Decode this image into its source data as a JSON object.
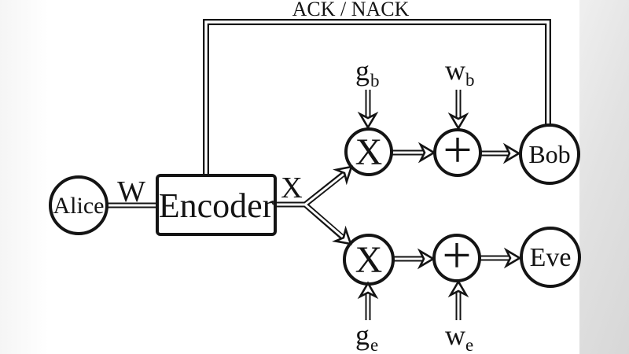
{
  "feedback": {
    "label": "ACK / NACK"
  },
  "nodes": {
    "alice": "Alice",
    "encoder": "Encoder",
    "bob": "Bob",
    "eve": "Eve"
  },
  "signals": {
    "message": "W",
    "codeword": "X"
  },
  "operators": {
    "multiply": "X",
    "add": "+"
  },
  "channel_inputs": {
    "gain_bob": {
      "main": "g",
      "sub": "b"
    },
    "noise_bob": {
      "main": "w",
      "sub": "b"
    },
    "gain_eve": {
      "main": "g",
      "sub": "e"
    },
    "noise_eve": {
      "main": "w",
      "sub": "e"
    }
  },
  "colors": {
    "ink": "#141414",
    "background": "#ffffff",
    "edge_shade": "#d7d7d7"
  }
}
